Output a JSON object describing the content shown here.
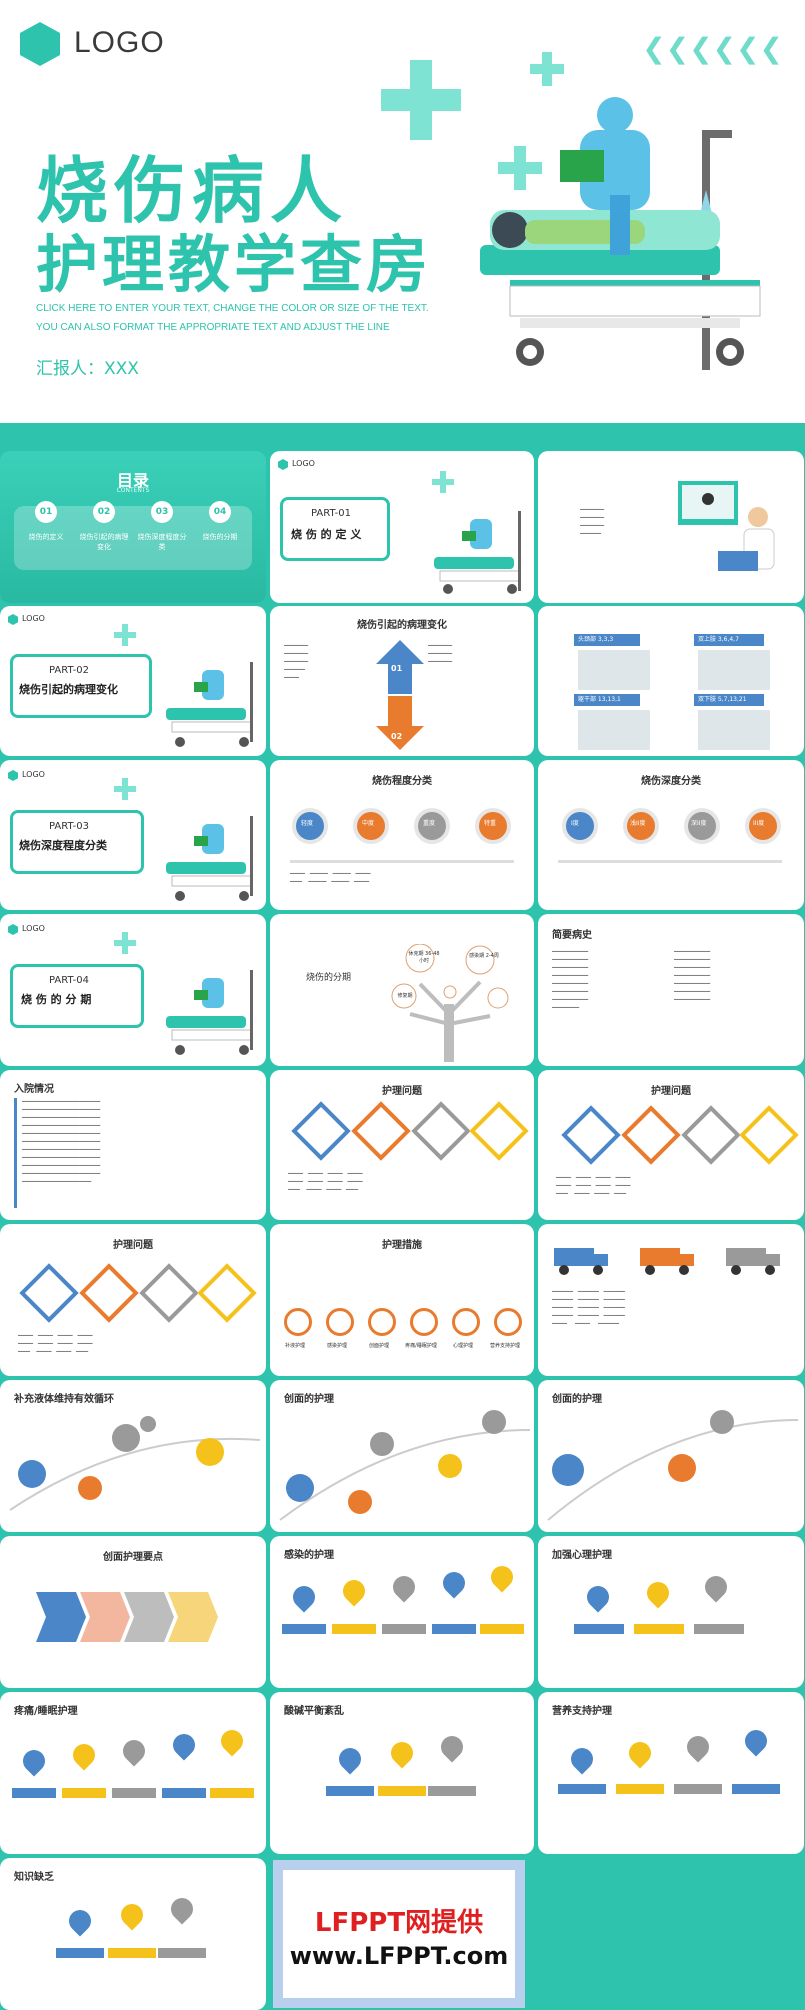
{
  "hero": {
    "logo": "LOGO",
    "title_line1": "烧伤病人",
    "title_line2": "护理教学查房",
    "sub_line1": "CLICK HERE TO ENTER YOUR TEXT, CHANGE THE COLOR OR SIZE OF THE TEXT.",
    "sub_line2": "YOU CAN ALSO FORMAT THE APPROPRIATE TEXT AND ADJUST THE LINE",
    "reporter": "汇报人：XXX",
    "chevrons": "❮❮❮❮❮❮"
  },
  "toc": {
    "title": "目录",
    "subtitle": "CONTENTS",
    "items": [
      {
        "num": "01",
        "label": "烧伤的定义"
      },
      {
        "num": "02",
        "label": "烧伤引起的病理变化"
      },
      {
        "num": "03",
        "label": "烧伤深度程度分类"
      },
      {
        "num": "04",
        "label": "烧伤的分期"
      }
    ]
  },
  "parts": [
    {
      "part": "PART-01",
      "name": "烧 伤 的 定 义"
    },
    {
      "part": "PART-02",
      "name": "烧伤引起的病理变化"
    },
    {
      "part": "PART-03",
      "name": "烧伤深度程度分类"
    },
    {
      "part": "PART-04",
      "name": "烧 伤 的 分 期"
    }
  ],
  "slide_titles": {
    "pathology": "烧伤引起的病理变化",
    "degree": "烧伤程度分类",
    "depth": "烧伤深度分类",
    "staging": "烧伤的分期",
    "history": "简要病史",
    "admission": "入院情况",
    "nursing_problem": "护理问题",
    "nursing_measure": "护理措施",
    "fluid": "补充液体维持有效循环",
    "wound_care": "创面的护理",
    "wound_points": "创面护理要点",
    "infection": "感染的护理",
    "psych": "加强心理护理",
    "pain": "疼痛/睡眠护理",
    "acid_base": "酸碱平衡紊乱",
    "nutrition": "营养支持护理",
    "knowledge": "知识缺乏"
  },
  "degree_labels": [
    "轻度",
    "中度",
    "重度",
    "特重"
  ],
  "depth_labels": [
    "I度",
    "浅II度",
    "深II度",
    "III度"
  ],
  "staging_bubbles": [
    "休克期 36-48小时",
    "感染期 2-4周",
    "修复期"
  ],
  "burn_area_labels": [
    "头颈部 3,3,3",
    "双上肢 3,6,4,7",
    "躯干部 13,13,1",
    "双下肢 5,7,13,21"
  ],
  "measure_labels": [
    "补液护理",
    "感染护理",
    "创面护理",
    "疼痛/睡眠护理",
    "心理护理",
    "营养支持护理"
  ],
  "pathology_labels": {
    "top": "01",
    "bottom": "02"
  },
  "watermark": {
    "line1": "LFPPT网提供",
    "line2": "www.LFPPT.com"
  },
  "colors": {
    "teal": "#2ec3ad",
    "blue": "#4a86c8",
    "orange": "#e87b2e",
    "gray": "#9a9a9a",
    "yellow": "#f5c21b"
  }
}
